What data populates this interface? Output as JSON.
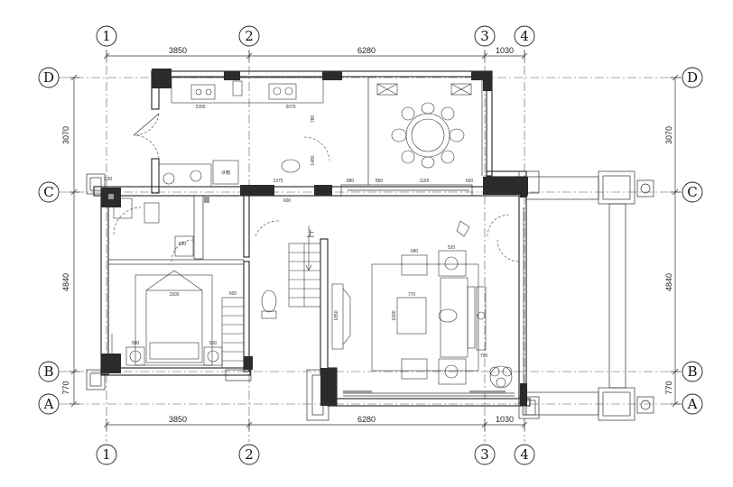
{
  "grid": {
    "columns": [
      {
        "id": "col-1",
        "label": "1"
      },
      {
        "id": "col-2",
        "label": "2"
      },
      {
        "id": "col-3",
        "label": "3"
      },
      {
        "id": "col-4",
        "label": "4"
      }
    ],
    "rows": [
      {
        "id": "row-d",
        "label": "D"
      },
      {
        "id": "row-c",
        "label": "C"
      },
      {
        "id": "row-b",
        "label": "B"
      },
      {
        "id": "row-a",
        "label": "A"
      }
    ]
  },
  "dimensions": {
    "horizontal": [
      "3850",
      "6280",
      "1030"
    ],
    "vertical": [
      "3070",
      "4840",
      "770"
    ]
  },
  "labels": {
    "stair_up": "上",
    "fridge": "冰箱",
    "inner": {
      "kitchen_counter_1": "2356",
      "kitchen_counter_2": "2075",
      "kitchen_v1": "780",
      "kitchen_v2": "1480",
      "wall_seg_1": "1375",
      "wall_seg_2": "600",
      "wall_seg_3": "880",
      "wall_seg_4": "850",
      "wall_seg_5": "1165",
      "wall_seg_6": "600",
      "sofa_left_top": "680",
      "sofa_top_right": "520",
      "table_w": "770",
      "table_h": "1000",
      "sofa_v": "1850",
      "side_h": "700",
      "bed_w": "1500",
      "night_l": "500",
      "night_r": "500",
      "wardrobe": "600",
      "bath": "650",
      "closet": "620"
    }
  }
}
